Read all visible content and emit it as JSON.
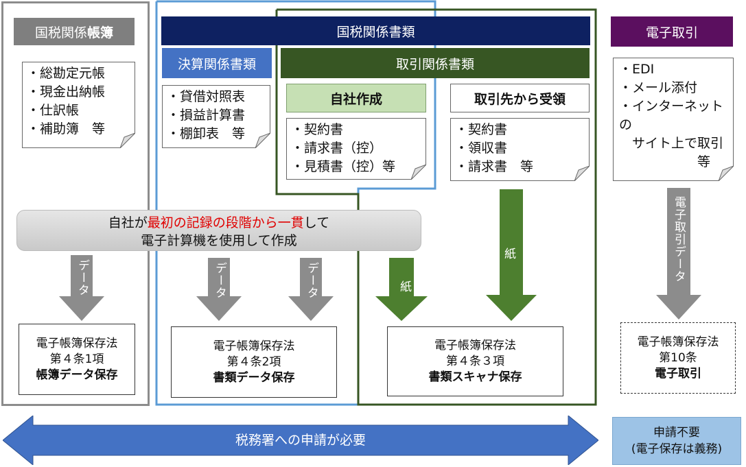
{
  "col1": {
    "header_pre": "国税関係",
    "header_bold": "帳簿",
    "items": [
      "・総勘定元帳",
      "・現金出納帳",
      "・仕訳帳",
      "・補助簿　等"
    ],
    "arrow_label": "データ",
    "result_line1": "電子帳簿保存法",
    "result_line2": "第４条1項",
    "result_line3": "帳簿データ保存"
  },
  "top_header": "国税関係書類",
  "col2": {
    "header": "決算関係書類",
    "items": [
      "・貸借対照表",
      "・損益計算書",
      "・棚卸表　等"
    ],
    "result_line1": "電子帳簿保存法",
    "result_line2": "第４条2項",
    "result_line3": "書類データ保存"
  },
  "torihiki": {
    "header": "取引関係書類",
    "self_header": "自社作成",
    "self_items": [
      "・契約書",
      "・請求書（控）",
      "・見積書（控）等"
    ],
    "recv_header": "取引先から受領",
    "recv_items": [
      "・契約書",
      "・領収書",
      "・請求書　等"
    ],
    "paper_label": "紙",
    "result_line1": "電子帳簿保存法",
    "result_line2": "第４条３項",
    "result_line3": "書類スキャナ保存"
  },
  "center_banner": {
    "line1_pre": "自社が",
    "line1_highlight": "最初の記録の段階から一貫",
    "line1_post": "して",
    "line2": "電子計算機を使用して作成"
  },
  "data_label": "データ",
  "ec": {
    "header": "電子取引",
    "items": [
      "・EDI",
      "・メール添付",
      "・インターネットの",
      "　サイト上で取引",
      "　　　　　　等"
    ],
    "arrow_label": "電子取引データ",
    "result_line1": "電子帳簿保存法",
    "result_line2": "第10条",
    "result_line3": "電子取引"
  },
  "bottom": {
    "arrow_label": "税務署への申請が必要",
    "right_line1": "申請不要",
    "right_line2": "(電子保存は義務)"
  },
  "colors": {
    "navy": "#0e2161",
    "dark_green": "#375623",
    "light_green": "#c6e0b4",
    "purple": "#5b0f5f",
    "blue_header": "#4472c4",
    "light_blue_frame": "#5b9bd5",
    "arrow_gray": "#8c8c8c",
    "arrow_green": "#4d7f2f",
    "bottom_arrow": "#4472c4",
    "bottom_box": "#9dc3e6"
  }
}
